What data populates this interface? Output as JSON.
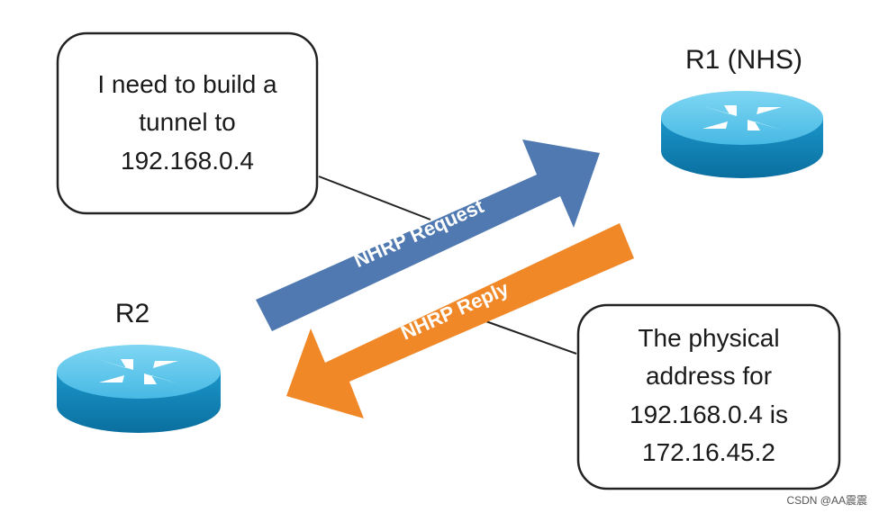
{
  "nodes": {
    "r1": {
      "label": "R1 (NHS)"
    },
    "r2": {
      "label": "R2"
    }
  },
  "bubbles": {
    "request_note": {
      "lines": [
        "I need to build a",
        "tunnel to",
        "192.168.0.4"
      ]
    },
    "reply_note": {
      "lines": [
        "The physical",
        "address for",
        "192.168.0.4 is",
        "172.16.45.2"
      ]
    }
  },
  "arrows": {
    "request": {
      "label": "NHRP Request",
      "color": "#4f79b0"
    },
    "reply": {
      "label": "NHRP Reply",
      "color": "#f08828"
    }
  },
  "router_icon": {
    "top_color": "#5cc6ea",
    "side_color": "#0f7fb3",
    "arrow_color": "#ffffff"
  },
  "watermark": "CSDN @AA震震"
}
